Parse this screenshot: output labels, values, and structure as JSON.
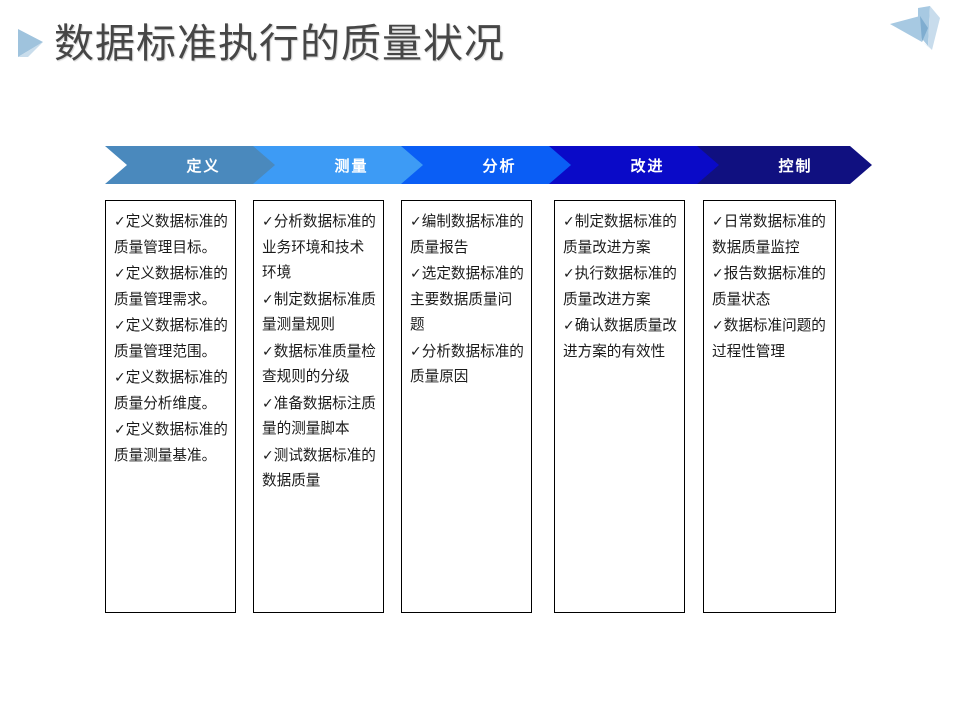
{
  "slide": {
    "title": "数据标准执行的质量状况",
    "bullet_icon": "triangle-right-icon",
    "corner_icon": "origami-arrow-icon",
    "check_glyph": "✓"
  },
  "colors": {
    "chevron_1": "#4a89bd",
    "chevron_2": "#3d9bf5",
    "chevron_3": "#0a5ef5",
    "chevron_4": "#0a0ac8",
    "chevron_5": "#101080",
    "title_text": "#464646",
    "box_border": "#000000",
    "bullet_fill": "#9fc3dd"
  },
  "phases": [
    {
      "label": "定义",
      "color": "#4a89bd",
      "items": [
        "定义数据标准的质量管理目标。",
        "定义数据标准的质量管理需求。",
        "定义数据标准的质量管理范围。",
        "定义数据标准的质量分析维度。",
        "定义数据标准的质量测量基准。"
      ]
    },
    {
      "label": "测量",
      "color": "#3d9bf5",
      "items": [
        "分析数据标准的业务环境和技术环境",
        "制定数据标准质量测量规则",
        "数据标准质量检查规则的分级",
        "准备数据标注质量的测量脚本",
        "测试数据标准的数据质量"
      ]
    },
    {
      "label": "分析",
      "color": "#0a5ef5",
      "items": [
        "编制数据标准的质量报告",
        "选定数据标准的主要数据质量问题",
        "分析数据标准的质量原因"
      ]
    },
    {
      "label": "改进",
      "color": "#0a0ac8",
      "items": [
        "制定数据标准的质量改进方案",
        "执行数据标准的质量改进方案",
        "确认数据质量改进方案的有效性"
      ]
    },
    {
      "label": "控制",
      "color": "#101080",
      "items": [
        "日常数据标准的数据质量监控",
        "报告数据标准的质量状态",
        "数据标准问题的过程性管理"
      ]
    }
  ]
}
